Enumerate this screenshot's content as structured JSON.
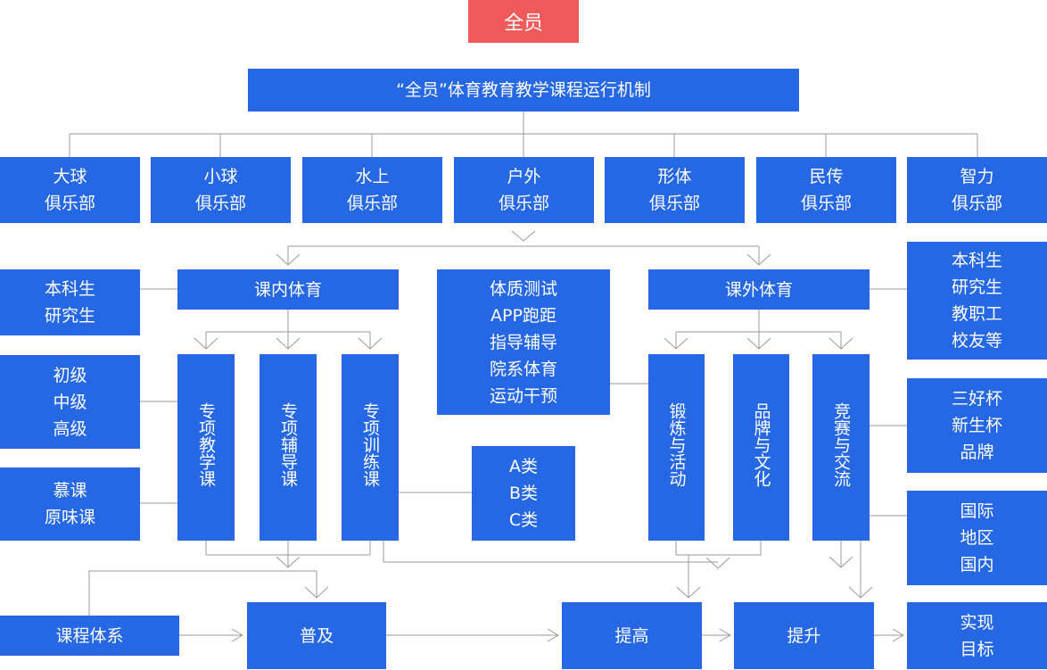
{
  "top": "全员",
  "mechanism": "“全员”体育教育教学课程运行机制",
  "clubs": [
    {
      "l1": "大球",
      "l2": "俱乐部"
    },
    {
      "l1": "小球",
      "l2": "俱乐部"
    },
    {
      "l1": "水上",
      "l2": "俱乐部"
    },
    {
      "l1": "户外",
      "l2": "俱乐部"
    },
    {
      "l1": "形体",
      "l2": "俱乐部"
    },
    {
      "l1": "民传",
      "l2": "俱乐部"
    },
    {
      "l1": "智力",
      "l2": "俱乐部"
    }
  ],
  "inner_pe": "课内体育",
  "outer_pe": "课外体育",
  "left_students": [
    "本科生",
    "研究生"
  ],
  "levels": [
    "初级",
    "中级",
    "高级"
  ],
  "moocs": [
    "慕课",
    "原味课"
  ],
  "fitness": [
    "体质测试",
    "APP跑距",
    "指导辅导",
    "院系体育",
    "运动干预"
  ],
  "inner_courses": [
    "专项教学课",
    "专项辅导课",
    "专项训练课"
  ],
  "abc": [
    "A类",
    "B类",
    "C类"
  ],
  "outer_activities": [
    "锻炼与活动",
    "品牌与文化",
    "竞赛与交流"
  ],
  "right_people": [
    "本科生",
    "研究生",
    "教职工",
    "校友等"
  ],
  "cups": [
    "三好杯",
    "新生杯",
    "品牌"
  ],
  "regions": [
    "国际",
    "地区",
    "国内"
  ],
  "bottom": {
    "system": "课程体系",
    "popularize": "普及",
    "improve": "提高",
    "enhance": "提升",
    "goal_l1": "实现",
    "goal_l2": "目标"
  }
}
